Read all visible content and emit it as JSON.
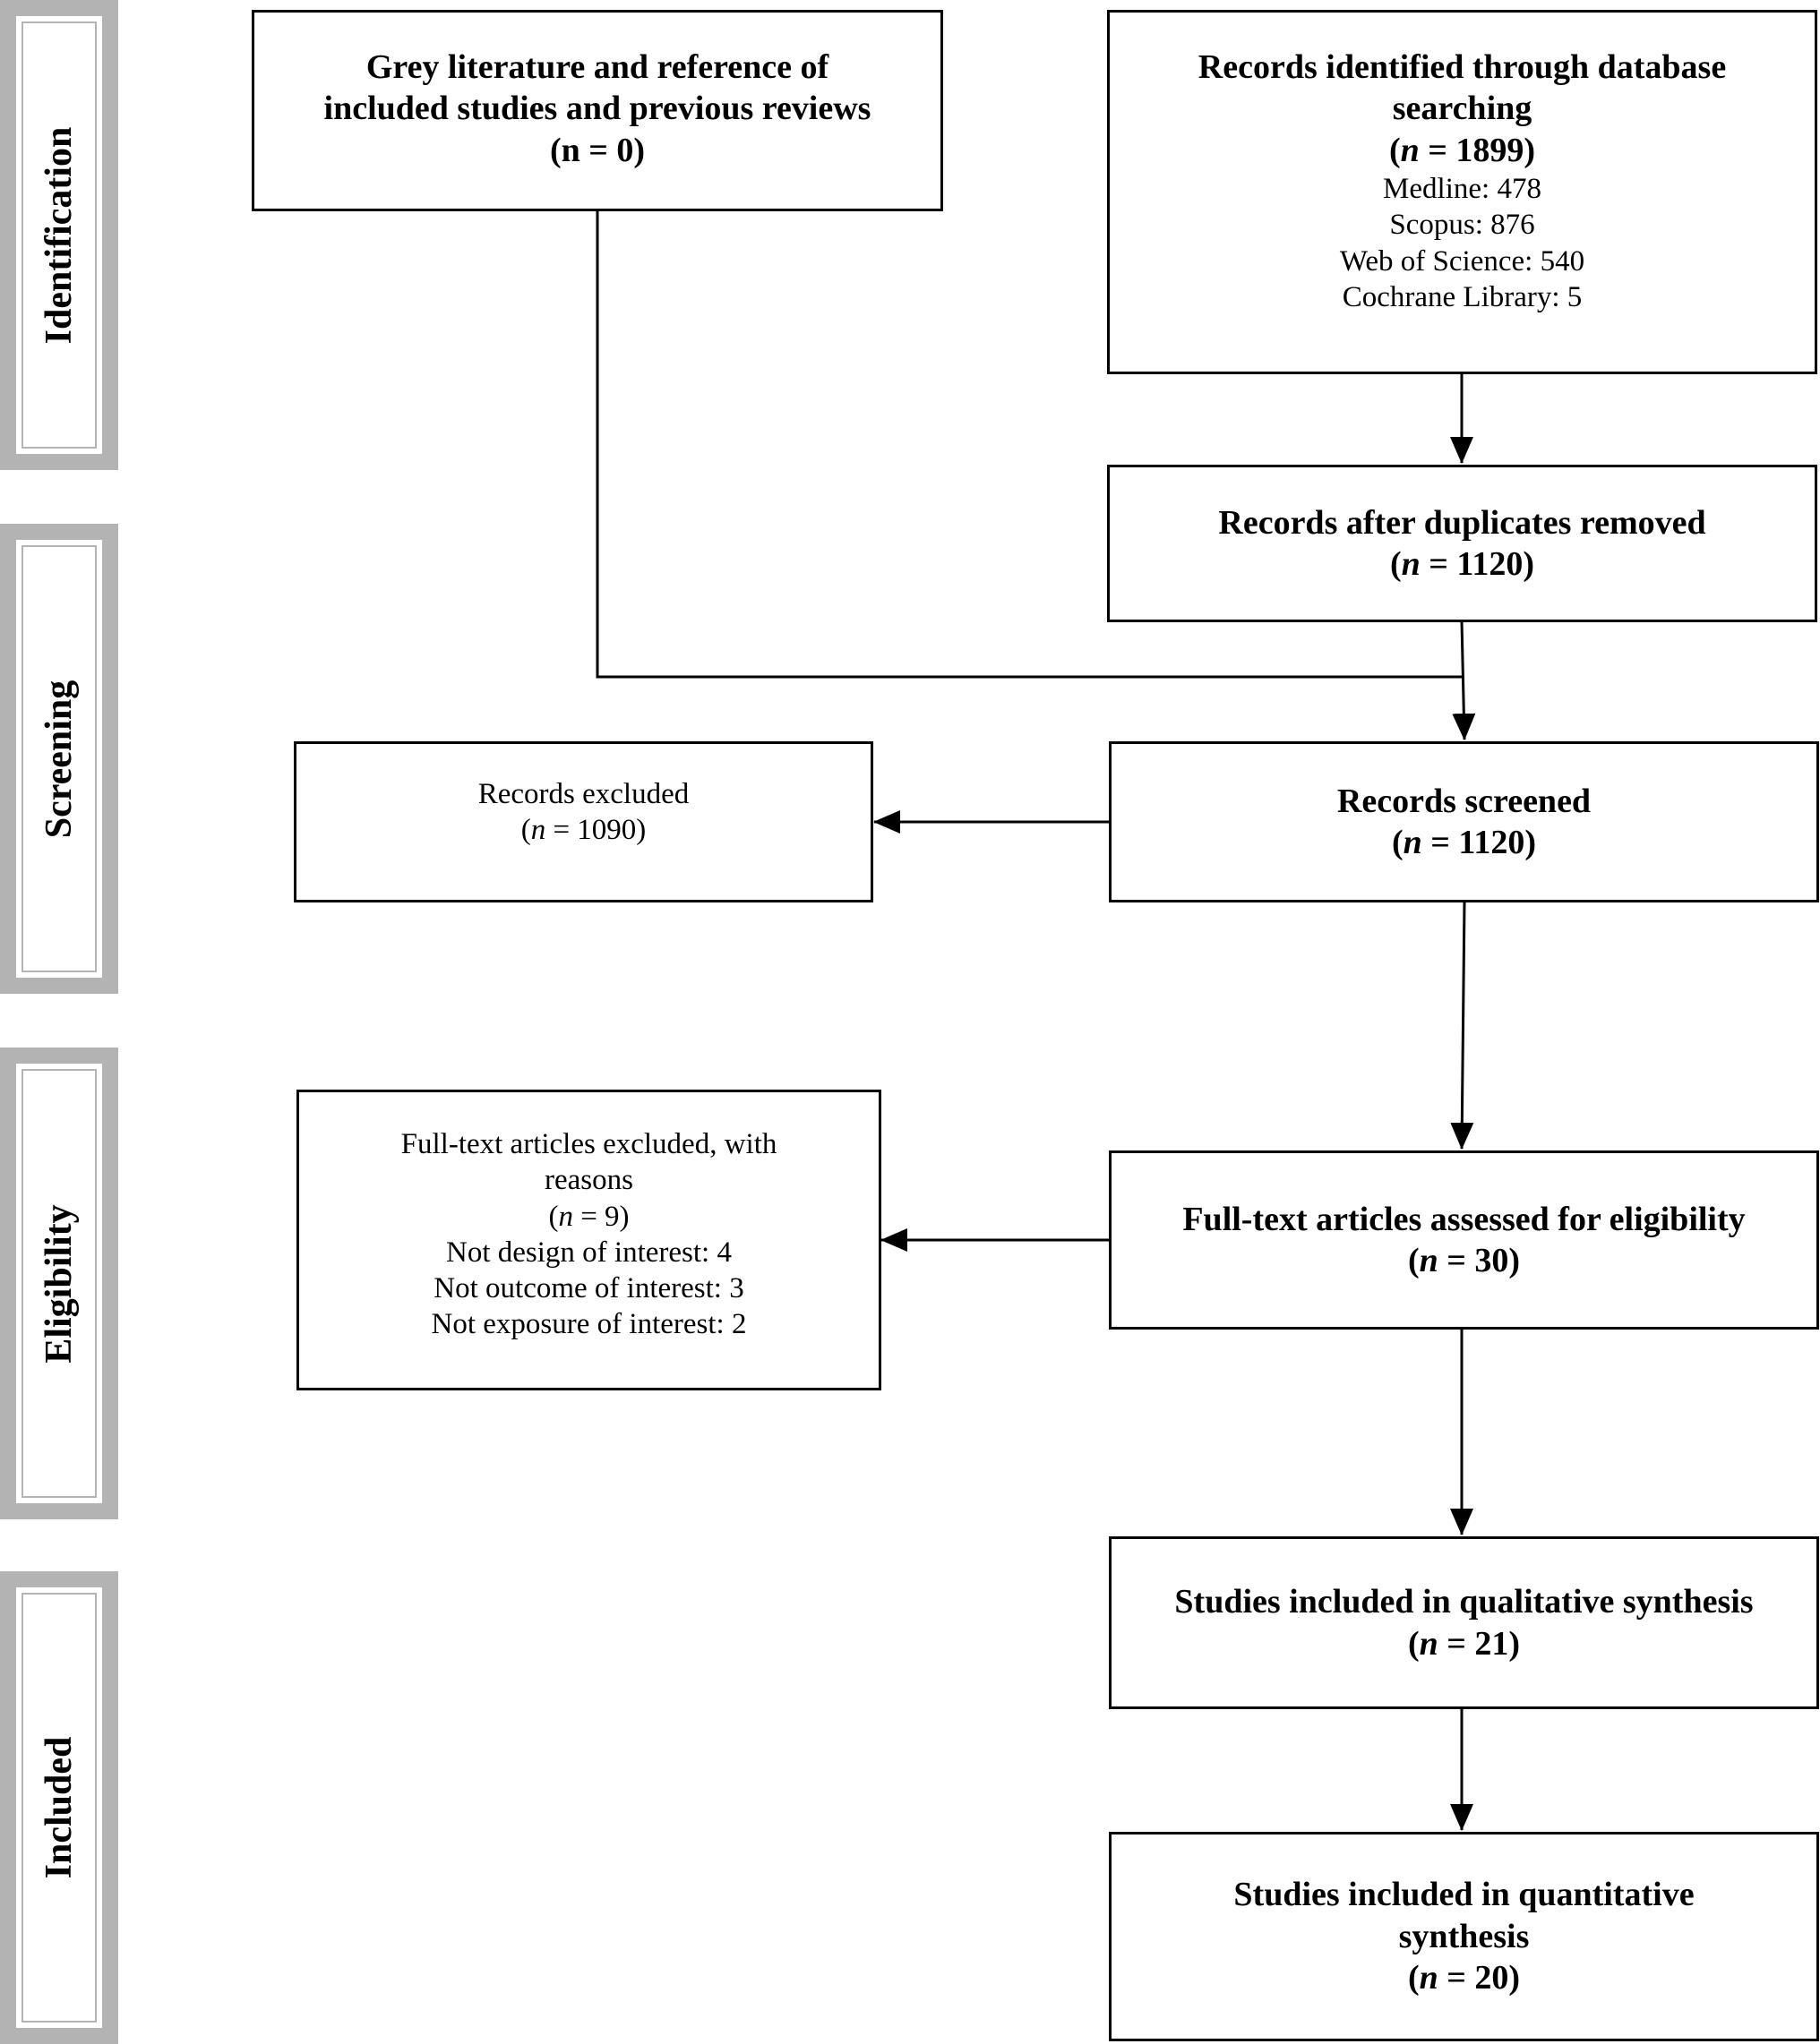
{
  "phases": {
    "identification": "Identification",
    "screening": "Screening",
    "eligibility": "Eligibility",
    "included": "Included"
  },
  "boxes": {
    "grey_literature": {
      "lines": [
        "Grey literature and reference of",
        "included studies and previous reviews"
      ],
      "count": "(n = 0)"
    },
    "database_search": {
      "lines": [
        "Records identified through database",
        "searching"
      ],
      "n_open": "(",
      "n_var": "n",
      "n_rest": " = 1899)",
      "sources": [
        "Medline: 478",
        "Scopus: 876",
        "Web of Science: 540",
        "Cochrane Library: 5"
      ]
    },
    "duplicates_removed": {
      "title": "Records after duplicates removed",
      "n_open": "(",
      "n_var": "n",
      "n_rest": " = 1120)"
    },
    "records_excluded": {
      "title": "Records excluded",
      "n_open": "(",
      "n_var": "n",
      "n_rest": " = 1090)"
    },
    "records_screened": {
      "title": "Records screened",
      "n_open": "(",
      "n_var": "n",
      "n_rest": " = 1120)"
    },
    "fulltext_excluded": {
      "lines": [
        "Full-text articles excluded, with",
        "reasons"
      ],
      "n_open": "(",
      "n_var": "n",
      "n_rest": " = 9)",
      "reasons": [
        "Not design of interest: 4",
        "Not outcome of interest: 3",
        "Not exposure of interest: 2"
      ]
    },
    "fulltext_assessed": {
      "title": "Full-text articles assessed for eligibility",
      "n_open": "(",
      "n_var": "n",
      "n_rest": " = 30)"
    },
    "qualitative": {
      "title": "Studies included in qualitative synthesis",
      "n_open": "(",
      "n_var": "n",
      "n_rest": " = 21)"
    },
    "quantitative": {
      "lines": [
        "Studies included in quantitative",
        "synthesis"
      ],
      "n_open": "(",
      "n_var": "n",
      "n_rest": " = 20)"
    }
  }
}
